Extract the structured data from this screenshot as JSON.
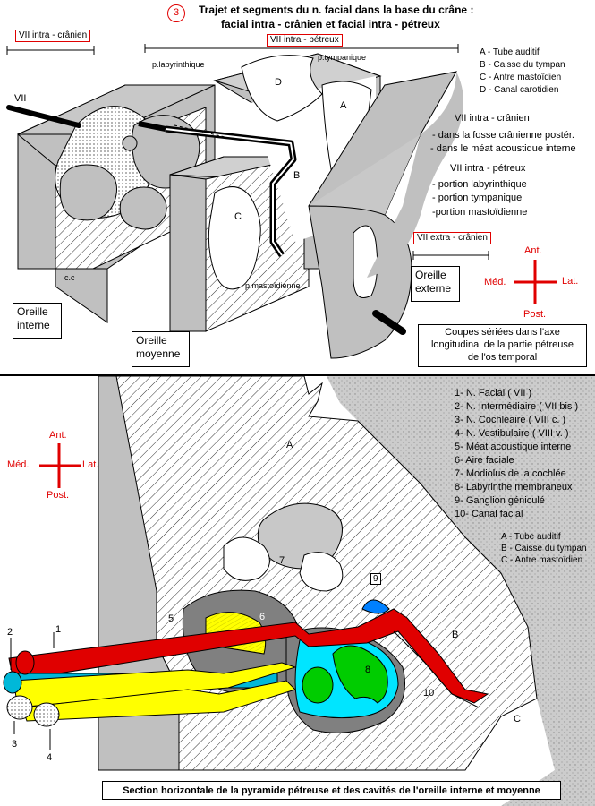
{
  "header": {
    "circle_number": "3",
    "title_line1": "Trajet et segments du n. facial dans la base du crâne :",
    "title_line2": "facial intra - crânien et facial intra - pétreux"
  },
  "top": {
    "vii_intra_cranien_tag": "VII intra - crânien",
    "vii_intra_petreux_tag": "VII intra - pétreux",
    "vii_extra_cranien_tag": "VII extra - crânien",
    "vii_label": "VII",
    "p_labyrinthique": "p.labyrinthique",
    "p_tympanique": "p.tympanique",
    "p_mastoidienne": "p.mastoïdienne",
    "letter_a": "A",
    "letter_b": "B",
    "letter_c": "C",
    "letter_d": "D",
    "letter_cc": "c.c",
    "legend_abcd": [
      "A - Tube auditif",
      "B - Caisse du tympan",
      "C - Antre mastoïdien",
      "D - Canal carotidien"
    ],
    "intra_cranien_title": "VII intra - crânien",
    "intra_cranien_items": [
      "- dans la fosse crânienne  postér.",
      "- dans le méat acoustique interne"
    ],
    "intra_petreux_title": "VII intra - pétreux",
    "intra_petreux_items": [
      "- portion labyrinthique",
      "- portion tympanique",
      "-portion mastoïdienne"
    ],
    "oreille_interne": [
      "Oreille",
      "interne"
    ],
    "oreille_moyenne": [
      "Oreille",
      "moyenne"
    ],
    "oreille_externe": [
      "Oreille",
      "externe"
    ],
    "compass": {
      "ant": "Ant.",
      "post": "Post.",
      "med": "Méd.",
      "lat": "Lat."
    },
    "coupes_caption": [
      "Coupes sériées dans l'axe",
      "longitudinal de la partie pétreuse",
      "de l'os temporal"
    ]
  },
  "bottom": {
    "legend_numbers": [
      "1- N. Facial ( VII )",
      "2- N. Intermédiaire ( VII bis )",
      "3- N. Cochléaire ( VIII c. )",
      "4- N. Vestibulaire ( VIII v. )",
      "5- Méat acoustique interne",
      "6- Aire faciale",
      "7- Modiolus de la cochlée",
      "8- Labyrinthe membraneux",
      "9- Ganglion géniculé",
      "10- Canal facial"
    ],
    "legend_abc": [
      "A - Tube auditif",
      "B - Caisse du tympan",
      "C - Antre mastoïdien"
    ],
    "compass": {
      "ant": "Ant.",
      "post": "Post.",
      "med": "Méd.",
      "lat": "Lat."
    },
    "labels": {
      "n1": "1",
      "n2": "2",
      "n3": "3",
      "n4": "4",
      "n5": "5",
      "n6": "6",
      "n7": "7",
      "n8": "8",
      "n9": "9",
      "n10": "10",
      "a": "A",
      "b": "B",
      "c": "C"
    },
    "caption": "Section horizontale de la pyramide pétreuse et des cavités de l'oreille interne et  moyenne"
  },
  "colors": {
    "facial_nerve": "#e00000",
    "cochlear_nerve": "#ffff00",
    "membranous_labyrinth": "#00cc00",
    "perilymph": "#00e5ff",
    "bone_gray": "#c0c0c0",
    "compass": "#e00000"
  }
}
